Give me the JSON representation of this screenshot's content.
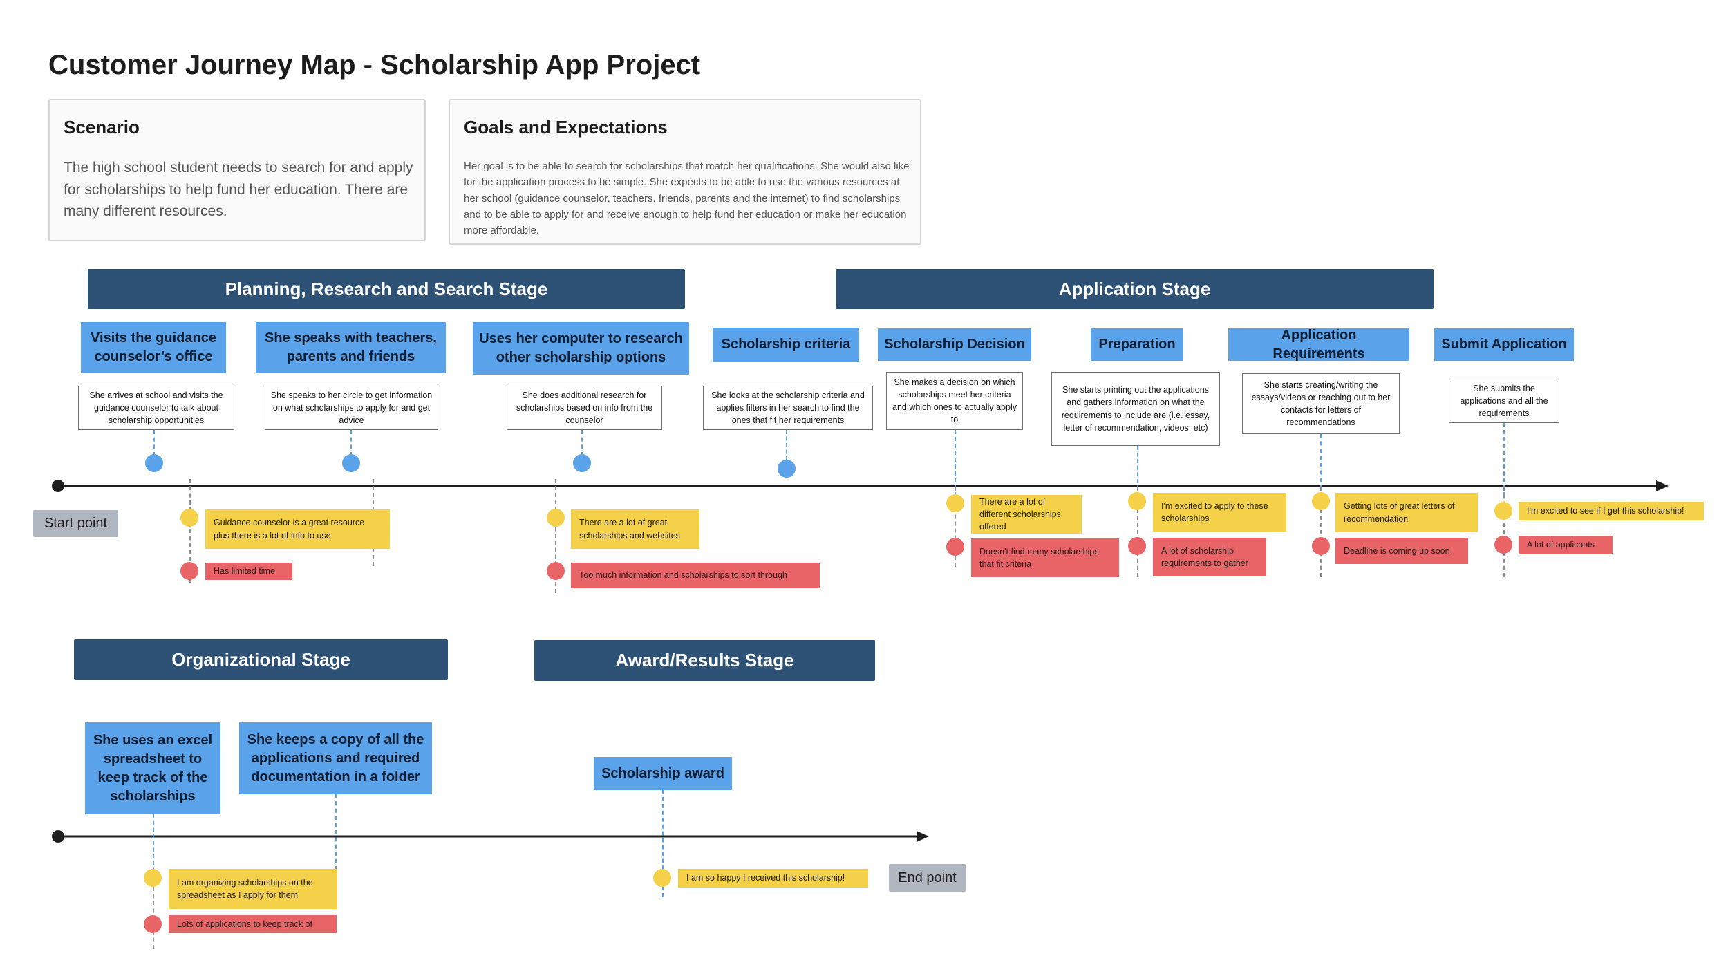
{
  "title": "Customer Journey Map - Scholarship App Project",
  "scenario": {
    "heading": "Scenario",
    "text": "The high school student needs to search for and apply for scholarships to help fund her education. There are many different resources."
  },
  "goals": {
    "heading": "Goals and Expectations",
    "text": "Her goal is to be able to search for scholarships that match her qualifications. She would also like for the application process to be simple. She expects to be able to use the various resources at her school (guidance counselor, teachers, friends, parents and the internet) to find scholarships and to be able to apply for and receive enough to help fund her education or make her education more affordable."
  },
  "stages": {
    "planning": "Planning, Research and Search Stage",
    "application": "Application Stage",
    "organizational": "Organizational Stage",
    "award": "Award/Results Stage"
  },
  "markers": {
    "start": "Start point",
    "end": "End point"
  },
  "steps": [
    {
      "title": "Visits the guidance counselor’s office",
      "desc": "She arrives at school and visits the guidance counselor to talk about scholarship opportunities"
    },
    {
      "title": "She speaks with teachers, parents and friends",
      "desc": "She speaks to her circle to get information on what scholarships to apply for and get advice"
    },
    {
      "title": "Uses her computer to research other scholarship options",
      "desc": "She does additional research for scholarships based on info from the counselor"
    },
    {
      "title": "Scholarship criteria",
      "desc": "She looks at the scholarship criteria and applies filters in her search to find the ones that fit her requirements"
    },
    {
      "title": "Scholarship Decision",
      "desc": "She makes a decision on which scholarships meet her criteria and which ones to actually apply to"
    },
    {
      "title": "Preparation",
      "desc": "She starts printing out the applications and gathers information on what the requirements to include are (i.e. essay, letter of recommendation, videos, etc)"
    },
    {
      "title": "Application Requirements",
      "desc": "She starts creating/writing the essays/videos or reaching out to her contacts for letters of recommendations"
    },
    {
      "title": "Submit Application",
      "desc": "She submits the applications and all the requirements"
    },
    {
      "title": "She uses an excel spreadsheet to keep track of the scholarships",
      "desc": ""
    },
    {
      "title": "She keeps a copy of all the applications and required documentation in a folder",
      "desc": ""
    },
    {
      "title": "Scholarship award",
      "desc": ""
    }
  ],
  "emotions": [
    {
      "positive": "Guidance counselor is a great resource plus there is a lot of info to use",
      "negative": "Has limited time"
    },
    {
      "positive": "There are a lot of great scholarships and websites",
      "negative": "Too much information and scholarships to sort through"
    },
    {
      "positive": "There are a lot of different scholarships offered",
      "negative": "Doesn't find many scholarships that fit criteria"
    },
    {
      "positive": "I'm excited to apply to these scholarships",
      "negative": "A lot of scholarship requirements to gather"
    },
    {
      "positive": "Getting lots of great letters of recommendation",
      "negative": "Deadline is coming up soon"
    },
    {
      "positive": "I'm excited to see if I get this scholarship!",
      "negative": "A lot of applicants"
    },
    {
      "positive": "I am organizing scholarships on the spreadsheet as I apply for them",
      "negative": "Lots of applications to keep track of"
    },
    {
      "positive": "I am so happy I received this scholarship!",
      "negative": ""
    }
  ],
  "colors": {
    "stage": "#2e5276",
    "step": "#5aa2e9",
    "positive": "#f5d14a",
    "negative": "#e96466",
    "marker": "#b0b6c0"
  }
}
